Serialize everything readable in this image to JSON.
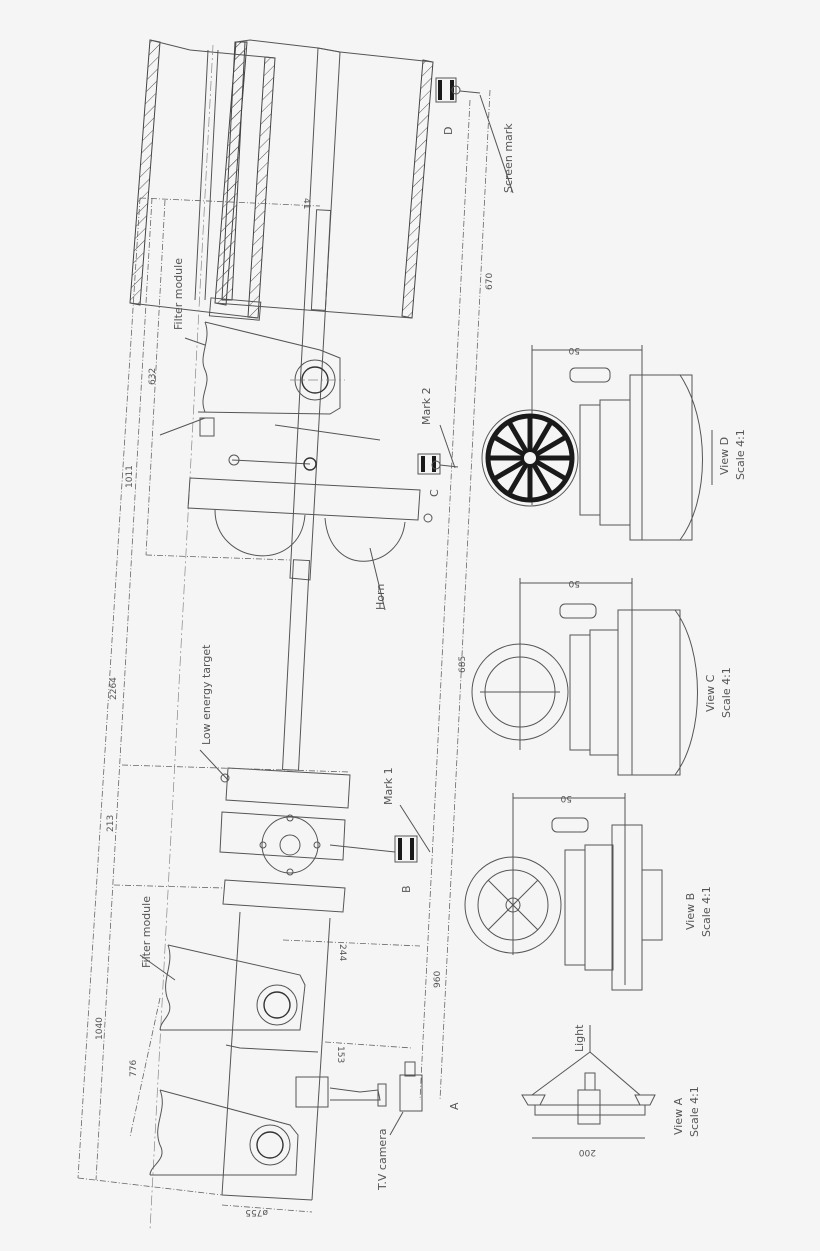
{
  "drawing": {
    "labels": {
      "screen_mark": "Screen mark",
      "filter_module_top": "Filter module",
      "filter_module_bottom": "Filter module",
      "mark_2": "Mark 2",
      "mark_1": "Mark 1",
      "horn": "Horn",
      "low_energy_target": "Low energy target",
      "tv_camera": "T.V camera",
      "light": "Light",
      "section_d": "D",
      "section_c": "C",
      "section_b": "B",
      "section_a": "A"
    },
    "views": [
      {
        "name": "View D",
        "scale": "Scale 4:1",
        "width_dim": "50"
      },
      {
        "name": "View C",
        "scale": "Scale 4:1",
        "width_dim": "50"
      },
      {
        "name": "View B",
        "scale": "Scale 4:1",
        "width_dim": "50"
      },
      {
        "name": "View A",
        "scale": "Scale 4:1",
        "width_dim": "200"
      }
    ],
    "dimensions": {
      "d2264": "2264",
      "d1011": "1011",
      "d632": "632",
      "d670": "670",
      "d685": "685",
      "d213": "213",
      "d244": "244",
      "d960": "960",
      "d153": "153",
      "d1040": "1040",
      "d776": "776",
      "d41": "41",
      "dia755": "ø755"
    }
  }
}
